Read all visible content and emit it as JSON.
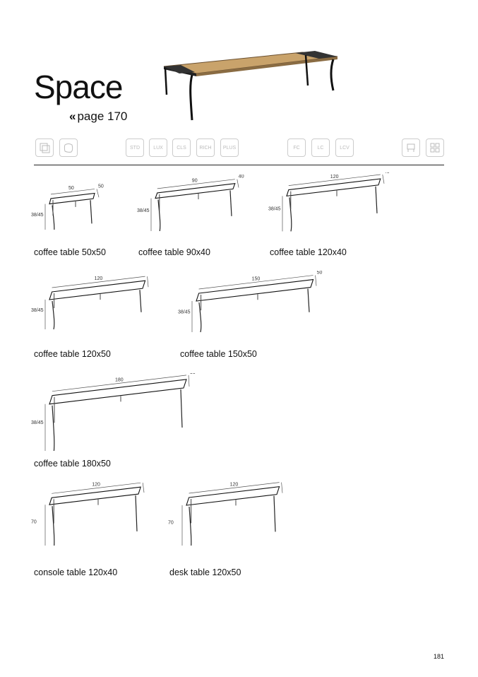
{
  "header": {
    "title": "Space",
    "page_ref_symbol": "«",
    "page_ref": "page 170"
  },
  "finish_icons": {
    "left_group": [
      "wood-finish-icon",
      "leather-finish-icon"
    ],
    "tiers": [
      "STD",
      "LUX",
      "CLS",
      "RICH",
      "PLUS"
    ],
    "codes": [
      "FC",
      "LC",
      "LCV"
    ],
    "right_group": [
      "chair-shape-icon",
      "modular-shape-icon"
    ]
  },
  "tables": [
    {
      "caption": "coffee table 50x50",
      "length": "50",
      "depth": "50",
      "height": "38/45"
    },
    {
      "caption": "coffee table 90x40",
      "length": "90",
      "depth": "40",
      "height": "38/45"
    },
    {
      "caption": "coffee table 120x40",
      "length": "120",
      "depth": "40",
      "height": "38/45"
    },
    {
      "caption": "coffee table 120x50",
      "length": "120",
      "depth": "50",
      "height": "38/45"
    },
    {
      "caption": "coffee table 150x50",
      "length": "150",
      "depth": "50",
      "height": "38/45"
    },
    {
      "caption": "coffee table 180x50",
      "length": "180",
      "depth": "50",
      "height": "38/45"
    },
    {
      "caption": "console table 120x40",
      "length": "120",
      "depth": "40",
      "height": "70"
    },
    {
      "caption": "desk table 120x50",
      "length": "120",
      "depth": "50",
      "height": "70"
    }
  ],
  "footer": {
    "page_number": "181"
  }
}
